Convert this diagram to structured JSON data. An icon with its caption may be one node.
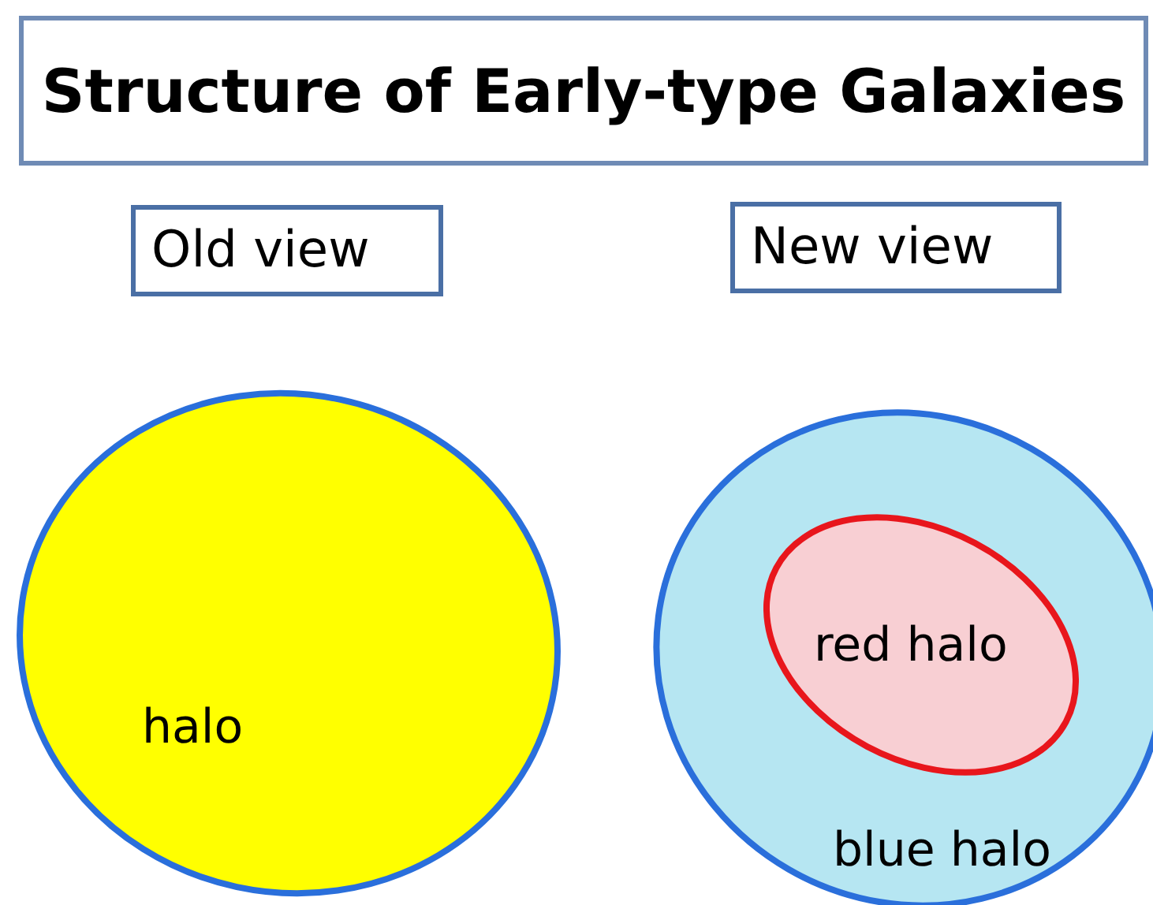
{
  "diagram": {
    "title": "Structure of Early-type Galaxies",
    "nodes": [
      {
        "text": [
          "Old view"
        ]
      },
      {
        "text": [
          "New view"
        ]
      },
      {
        "text": [
          "halo"
        ]
      },
      {
        "text": [
          "blue halo"
        ]
      },
      {
        "text": [
          "red halo"
        ],
        "in": 3
      }
    ]
  }
}
